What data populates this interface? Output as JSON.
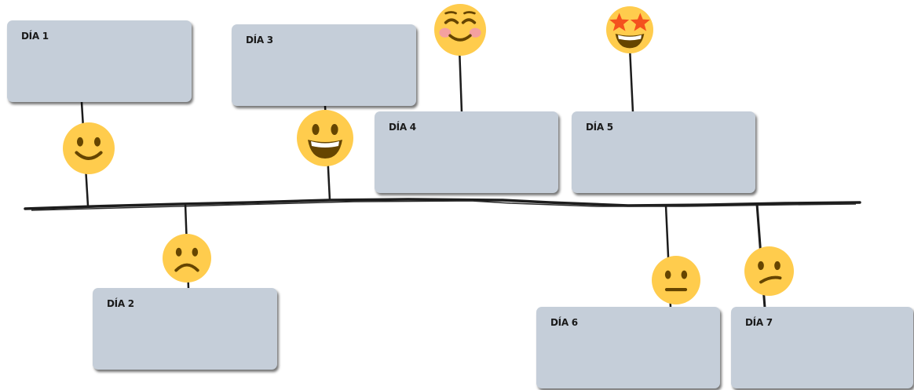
{
  "colors": {
    "card_fill": "#c5ced9",
    "line": "#1c1c1c",
    "emoji_face": "#ffcc4d",
    "emoji_features": "#664500",
    "blush": "#f4a0a0",
    "star": "#f4511e"
  },
  "days": [
    {
      "label": "DÍA 1",
      "emoji": "slightly-smiling-face-icon"
    },
    {
      "label": "DÍA 2",
      "emoji": "frowning-face-icon"
    },
    {
      "label": "DÍA 3",
      "emoji": "grinning-face-icon"
    },
    {
      "label": "DÍA 4",
      "emoji": "smiling-face-with-blush-icon"
    },
    {
      "label": "DÍA 5",
      "emoji": "star-struck-icon"
    },
    {
      "label": "DÍA 6",
      "emoji": "neutral-face-icon"
    },
    {
      "label": "DÍA 7",
      "emoji": "confused-face-icon"
    }
  ]
}
